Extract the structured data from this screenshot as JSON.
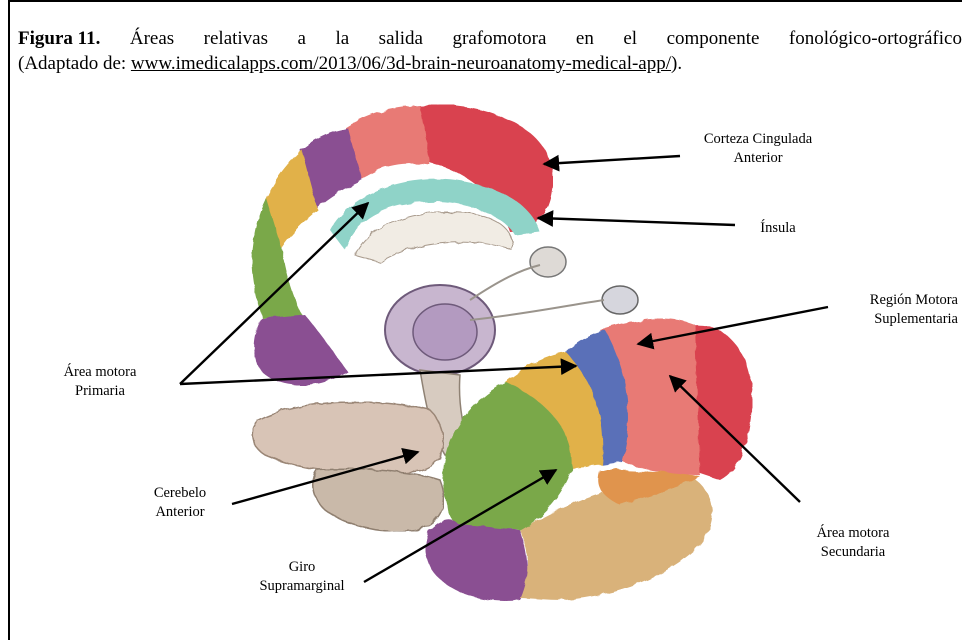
{
  "caption": {
    "figure_label": "Figura 11.",
    "line1_words": [
      "Áreas",
      "relativas",
      "a",
      "la",
      "salida",
      "grafomotora",
      "en",
      "el",
      "componente",
      "fonológico-ortográfico"
    ],
    "line2_prefix": "(Adaptado de: ",
    "link": "www.imedicalapps.com/2013/06/3d-brain-neuroanatomy-medical-app/",
    "line2_suffix": ")."
  },
  "labels": {
    "corteza_l1": "Corteza Cingulada",
    "corteza_l2": "Anterior",
    "insula": "Ínsula",
    "region_l1": "Región Motora",
    "region_l2": "Suplementaria",
    "area_primaria_l1": "Área motora",
    "area_primaria_l2": "Primaria",
    "cerebelo_l1": "Cerebelo",
    "cerebelo_l2": "Anterior",
    "giro_l1": "Giro",
    "giro_l2": "Supramarginal",
    "area_secundaria_l1": "Área motora",
    "area_secundaria_l2": "Secundaria"
  },
  "colors": {
    "red": "#d9434f",
    "pink": "#e87a74",
    "orange": "#e0944e",
    "yellow": "#e1b148",
    "green": "#7aa84a",
    "purple": "#8a4f92",
    "blue": "#5a6fb8",
    "teal": "#8fd3c8",
    "tan": "#d9b27a",
    "grey": "#c9b9a9"
  }
}
